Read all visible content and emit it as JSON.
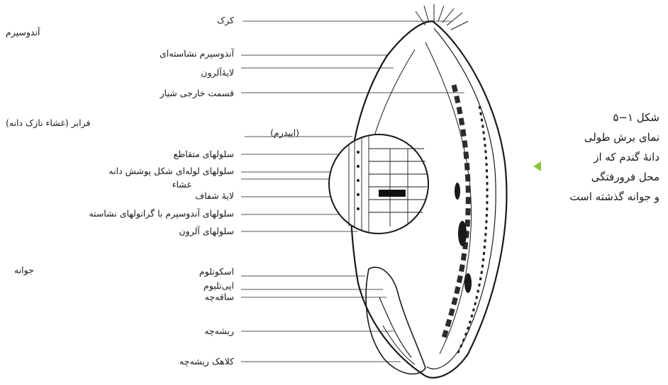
{
  "sections": {
    "endosperm": "آندوسپرم",
    "pericarp": "فرابر (غشاء نازک دانه)",
    "embryo": "جوانه"
  },
  "labels": {
    "bran": "کرک",
    "starchy_endosperm": "آندوسپرم نشاسته‌ای",
    "aleurone_layer": "لایۀآلرون",
    "crease": "قسمت خارجی شیار",
    "epidermis": "(اپیدرم)",
    "cross_cells": "سلولهای متقاطع",
    "tube_cells": "سلولهای لوله‌ای شکل پوشش دانه",
    "membrane": "غشاء",
    "hyaline_layer": "لایۀ شفاف",
    "starch_cells": "سلولهای آندوسپرم با گرانولهای نشاسته",
    "aleurone_cells": "سلولهای آلرون",
    "scutellum": "اسکوتلوم",
    "epithelium": "اپی‌تلیوم",
    "plumule": "ساقه‌چه",
    "radicle": "ریشه‌چه",
    "root_cap": "کلاهک ریشه‌چه"
  },
  "caption": {
    "line1": "شکل ۱−۵",
    "line2": "نمای برش طولی",
    "line3": "دانۀ گندم که از",
    "line4": "محل فرورفتگی",
    "line5": "و جوانه گذشته است"
  },
  "colors": {
    "ink": "#1a1a1a",
    "accent_arrow": "#8cc63f"
  }
}
